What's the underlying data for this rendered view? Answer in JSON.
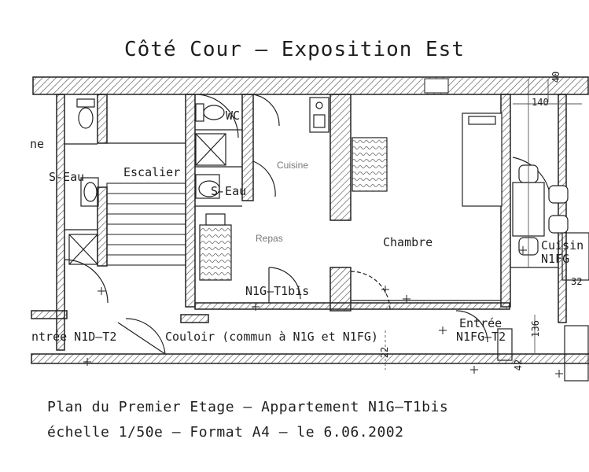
{
  "header": {
    "title": "Côté Cour  –  Exposition Est"
  },
  "rooms": {
    "ne": "ne",
    "s_eau_left": "S-Eau",
    "escalier": "Escalier",
    "wc": "WC",
    "cuisine_center": "Cuisine",
    "s_eau_center": "S-Eau",
    "repas": "Repas",
    "chambre": "Chambre",
    "cuisine_right": "Cuisin",
    "n1fg": "N1FG",
    "n1g_t1bis": "N1G–T1bis",
    "entree_n1d_t2": "ntrée N1D–T2",
    "couloir": "Couloir (commun à N1G et N1FG)",
    "entree": "Entrée",
    "n1fg_t2": "N1FG–T2"
  },
  "dimensions": {
    "d140": "140",
    "d40": "40",
    "d32": "32",
    "d136": "136",
    "d22": "22",
    "d42": "42"
  },
  "footer": {
    "line1": "Plan du Premier Etage – Appartement N1G–T1bis",
    "line2": "échelle 1/50e – Format A4 – le 6.06.2002"
  },
  "colors": {
    "ink": "#222222",
    "hatch": "#555555",
    "faint": "#888888"
  }
}
